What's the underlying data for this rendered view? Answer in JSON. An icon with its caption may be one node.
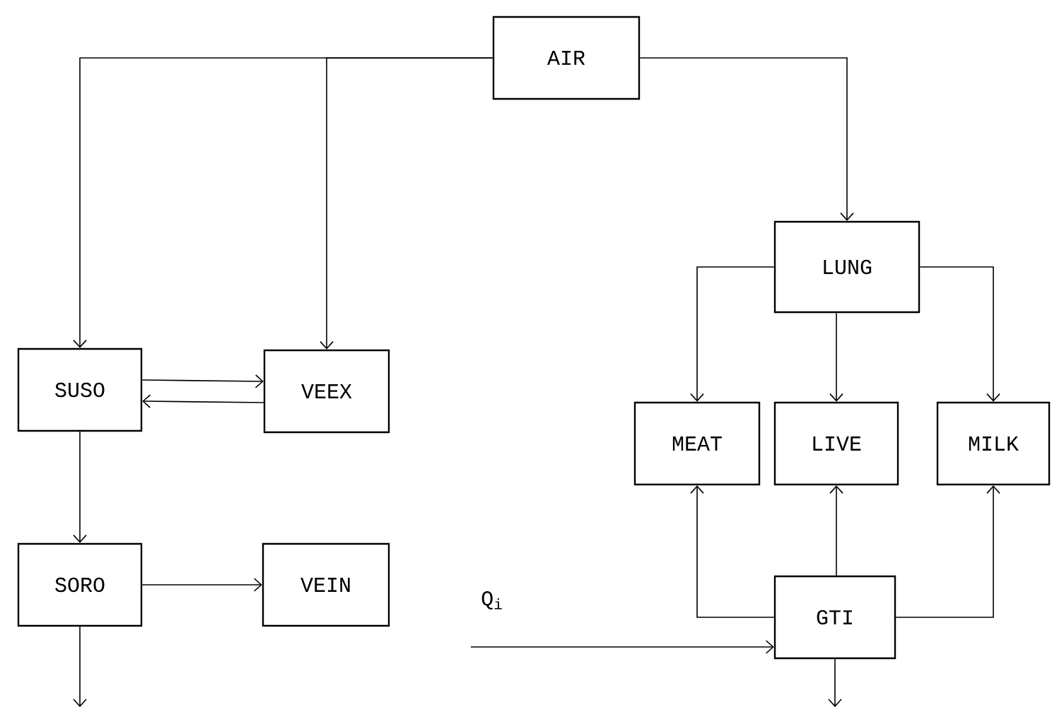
{
  "diagram": {
    "nodes": [
      {
        "text": [
          "AIR"
        ]
      },
      {
        "text": [
          "LUNG"
        ]
      },
      {
        "text": [
          "SUSO"
        ]
      },
      {
        "text": [
          "VEEX"
        ]
      },
      {
        "text": [
          "MEAT"
        ]
      },
      {
        "text": [
          "LIVE"
        ]
      },
      {
        "text": [
          "MILK"
        ]
      },
      {
        "text": [
          "SORO"
        ]
      },
      {
        "text": [
          "VEIN"
        ]
      },
      {
        "text": [
          "GTI"
        ]
      }
    ],
    "edges": [
      {
        "from": 0,
        "to": 2,
        "arrow": "to"
      },
      {
        "from": 0,
        "to": 3,
        "arrow": "to"
      },
      {
        "from": 0,
        "to": 1,
        "arrow": "to"
      },
      {
        "from": 1,
        "to": 4,
        "arrow": "to"
      },
      {
        "from": 1,
        "to": 5,
        "arrow": "to"
      },
      {
        "from": 1,
        "to": 6,
        "arrow": "to"
      },
      {
        "from": 2,
        "to": 3,
        "arrow": "to"
      },
      {
        "from": 3,
        "to": 2,
        "arrow": "to"
      },
      {
        "from": 2,
        "to": 7,
        "arrow": "to"
      },
      {
        "from": 7,
        "to": 8,
        "arrow": "to"
      },
      {
        "from": 7,
        "to": null,
        "arrow": "to"
      },
      {
        "from": 9,
        "to": 4,
        "arrow": "to"
      },
      {
        "from": 9,
        "to": 5,
        "arrow": "to"
      },
      {
        "from": 9,
        "to": 6,
        "arrow": "to"
      },
      {
        "from": null,
        "to": 9,
        "arrow": "to",
        "label": "Q$_{i}$"
      },
      {
        "from": 9,
        "to": null,
        "arrow": "to"
      }
    ]
  }
}
